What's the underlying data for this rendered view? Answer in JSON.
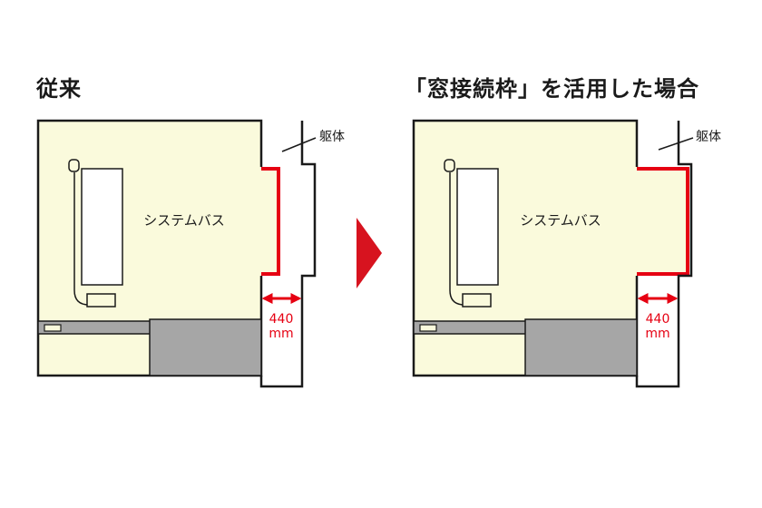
{
  "panels": {
    "before": {
      "title": "従来",
      "room_label": "システムバス",
      "wall_label": "躯体",
      "gap_value": "440",
      "gap_unit": "mm"
    },
    "after": {
      "title": "「窓接続枠」を活用した場合",
      "room_label": "システムバス",
      "wall_label": "躯体",
      "gap_value": "440",
      "gap_unit": "mm"
    }
  },
  "colors": {
    "room_fill": "#fafadc",
    "frame_red": "#e60012",
    "tub_gray": "#a6a6a6",
    "arrow_red": "#d7131f",
    "outline": "#1a1a1a"
  },
  "icons": {
    "next_arrow": "triangle-right-icon",
    "shower_head": "shower-head-icon"
  }
}
